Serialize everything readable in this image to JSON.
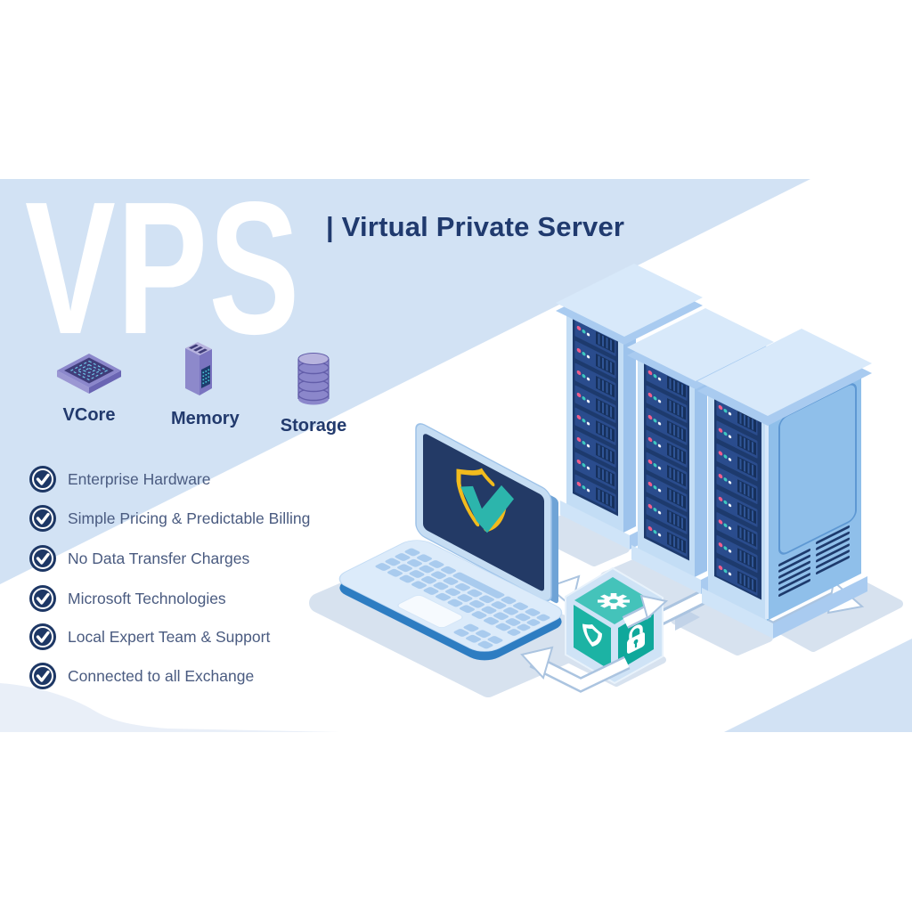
{
  "title": "VPS",
  "subtitle": "| Virtual Private Server",
  "components": {
    "items": [
      {
        "label": "VCore",
        "icon": "cpu-chip-icon"
      },
      {
        "label": "Memory",
        "icon": "memory-module-icon"
      },
      {
        "label": "Storage",
        "icon": "storage-disks-icon"
      }
    ]
  },
  "features": {
    "check_icon": "check-circle-icon",
    "items": [
      "Enterprise Hardware",
      "Simple Pricing & Predictable Billing",
      "No Data Transfer Charges",
      "Microsoft Technologies",
      "Local Expert Team & Support",
      "Connected to all Exchange"
    ]
  },
  "illustration": {
    "icons": [
      "laptop-icon",
      "shield-check-icon",
      "server-rack-icon",
      "gear-icon",
      "shield-icon",
      "padlock-icon",
      "flow-arrow-icon"
    ]
  },
  "colors": {
    "background_blue": "#d2e2f4",
    "pale_blue": "#e9eff8",
    "navy": "#1d3a6d",
    "text_slate": "#4a5b80",
    "purple": "#8b87cb",
    "teal": "#1cb3a4",
    "yellow": "#f2bb1d",
    "laptop_rim_blue": "#2e7dc2",
    "led_pink": "#ef5e8c",
    "led_teal": "#3fc8c0"
  }
}
